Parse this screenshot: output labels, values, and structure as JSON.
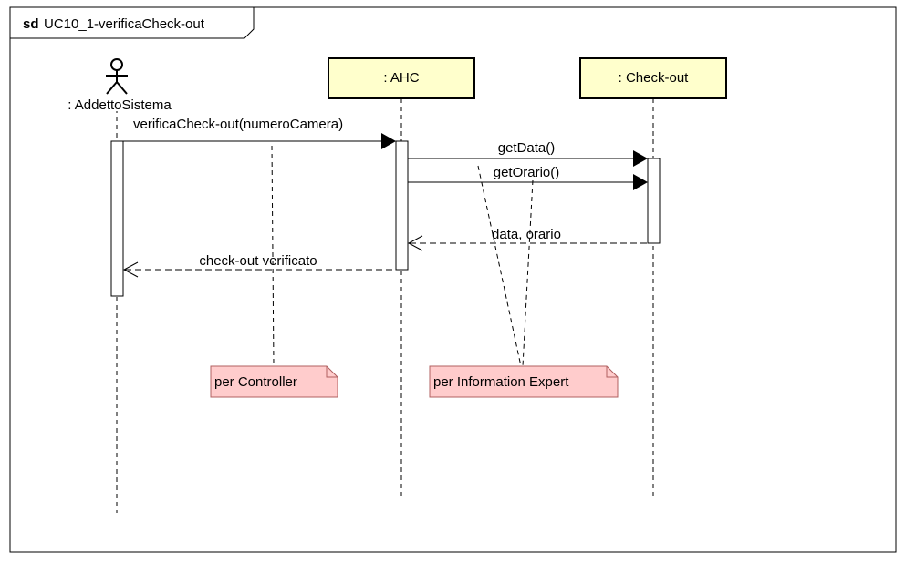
{
  "diagram": {
    "kind_label": "sd",
    "name": "UC10_1-verificaCheck-out"
  },
  "participants": [
    {
      "id": "actor",
      "type": "actor",
      "label": ": AddettoSistema"
    },
    {
      "id": "ahc",
      "type": "object",
      "label": ": AHC"
    },
    {
      "id": "checkout",
      "type": "object",
      "label": ": Check-out"
    }
  ],
  "messages": [
    {
      "id": "m1",
      "label": "verificaCheck-out(numeroCamera)",
      "from": "actor",
      "to": "ahc",
      "kind": "sync"
    },
    {
      "id": "m2",
      "label": "getData()",
      "from": "ahc",
      "to": "checkout",
      "kind": "sync"
    },
    {
      "id": "m3",
      "label": "getOrario()",
      "from": "ahc",
      "to": "checkout",
      "kind": "sync"
    },
    {
      "id": "m4",
      "label": "data, orario",
      "from": "checkout",
      "to": "ahc",
      "kind": "reply"
    },
    {
      "id": "m5",
      "label": "check-out verificato",
      "from": "ahc",
      "to": "actor",
      "kind": "reply"
    }
  ],
  "notes": [
    {
      "id": "n1",
      "text": "per Controller"
    },
    {
      "id": "n2",
      "text": "per Information Expert"
    }
  ],
  "colors": {
    "object_fill": "#ffffcc",
    "note_fill": "#ffcccc",
    "note_border": "#b06060",
    "line": "#000000"
  }
}
